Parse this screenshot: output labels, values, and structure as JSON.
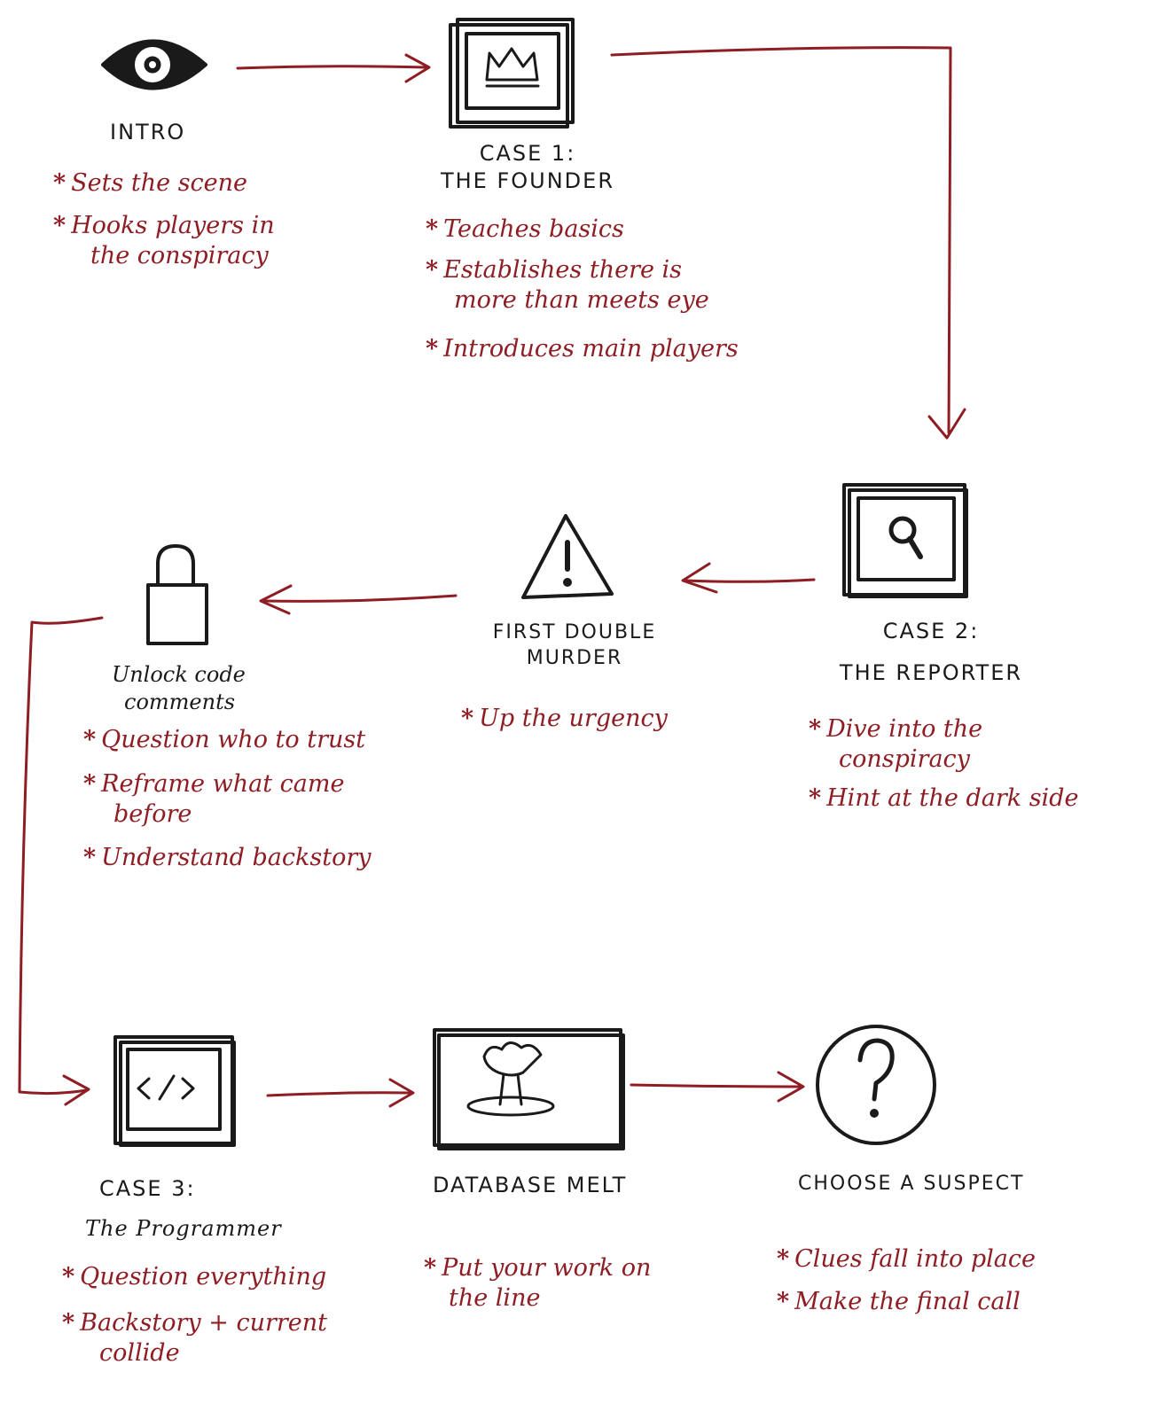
{
  "colors": {
    "ink": "#1a1a1a",
    "accent": "#8f1d24",
    "background": "#ffffff"
  },
  "bullet": "*",
  "nodes": {
    "intro": {
      "icon": "eye-icon",
      "title": [
        "INTRO"
      ],
      "notes": [
        [
          "Sets the scene"
        ],
        [
          "Hooks players in",
          "the conspiracy"
        ]
      ]
    },
    "case1": {
      "icon": "crown-frame-icon",
      "title": [
        "CASE 1:",
        "THE FOUNDER"
      ],
      "notes": [
        [
          "Teaches basics"
        ],
        [
          "Establishes there is",
          "more than meets eye"
        ],
        [
          "Introduces main players"
        ]
      ]
    },
    "case2": {
      "icon": "magnifier-frame-icon",
      "title": [
        "CASE 2:",
        "THE REPORTER"
      ],
      "notes": [
        [
          "Dive into the",
          "conspiracy"
        ],
        [
          "Hint at the dark side"
        ]
      ]
    },
    "double_murder": {
      "icon": "warning-icon",
      "title": [
        "FIRST DOUBLE",
        "MURDER"
      ],
      "notes": [
        [
          "Up the urgency"
        ]
      ]
    },
    "unlock": {
      "icon": "lock-icon",
      "title": [
        "Unlock code",
        "comments"
      ],
      "notes": [
        [
          "Question who to trust"
        ],
        [
          "Reframe what came",
          "before"
        ],
        [
          "Understand backstory"
        ]
      ]
    },
    "case3": {
      "icon": "code-frame-icon",
      "title": [
        "CASE 3:",
        "The Programmer"
      ],
      "notes": [
        [
          "Question everything"
        ],
        [
          "Backstory + current",
          "collide"
        ]
      ]
    },
    "database": {
      "icon": "explosion-frame-icon",
      "title": [
        "DATABASE MELT"
      ],
      "notes": [
        [
          "Put your work on",
          "the line"
        ]
      ]
    },
    "suspect": {
      "icon": "question-circle-icon",
      "title": [
        "CHOOSE A SUSPECT"
      ],
      "notes": [
        [
          "Clues fall into place"
        ],
        [
          "Make the final call"
        ]
      ]
    }
  }
}
